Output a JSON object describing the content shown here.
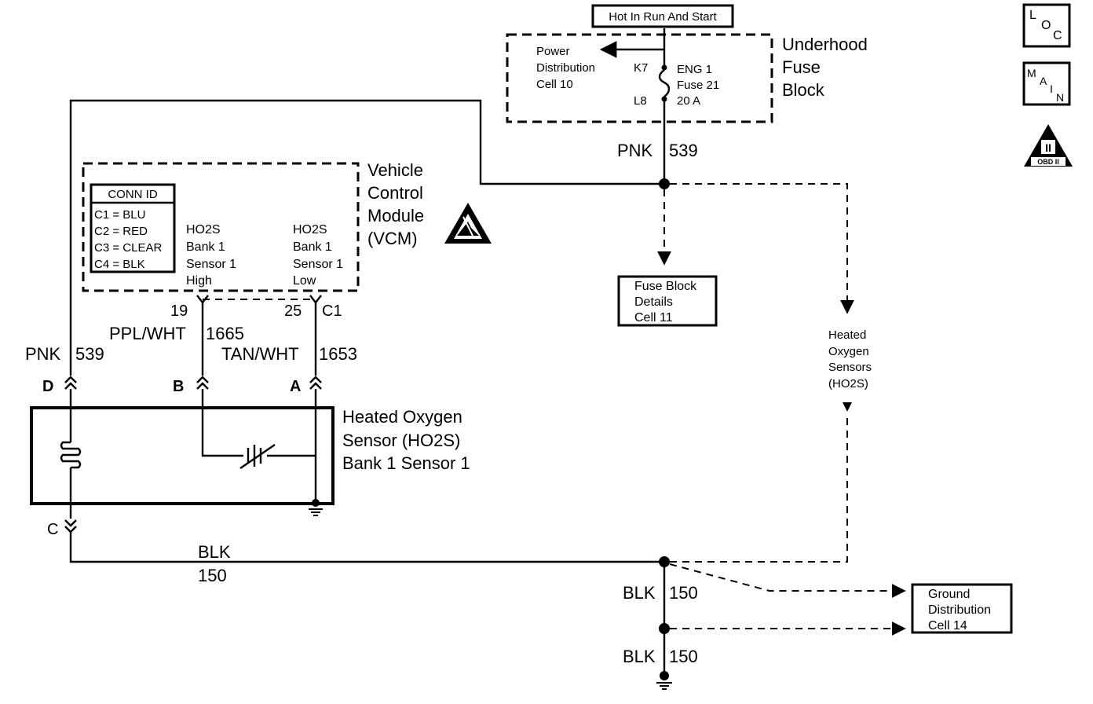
{
  "header": {
    "power_label": "Hot In Run And Start"
  },
  "fuse_block": {
    "title_lines": [
      "Underhood",
      "Fuse",
      "Block"
    ],
    "power_dist_lines": [
      "Power",
      "Distribution",
      "Cell 10"
    ],
    "pin_top": "K7",
    "pin_bottom": "L8",
    "fuse_lines": [
      "ENG 1",
      "Fuse 21",
      "20 A"
    ]
  },
  "side_icons": {
    "loc": [
      "L",
      "O",
      "C"
    ],
    "main": [
      "M",
      "A",
      "I",
      "N"
    ],
    "obd": {
      "numeral": "II",
      "label": "OBD II"
    }
  },
  "wires": {
    "pnk_top": {
      "color": "PNK",
      "circuit": "539"
    },
    "pnk_left": {
      "color": "PNK",
      "circuit": "539"
    },
    "ppl_wht": {
      "color": "PPL/WHT",
      "circuit": "1665"
    },
    "tan_wht": {
      "color": "TAN/WHT",
      "circuit": "1653"
    },
    "blk_main": {
      "color": "BLK",
      "circuit": "150"
    },
    "blk_mid": {
      "color": "BLK",
      "circuit": "150"
    },
    "blk_low": {
      "color": "BLK",
      "circuit": "150"
    }
  },
  "vcm": {
    "title_lines": [
      "Vehicle",
      "Control",
      "Module",
      "(VCM)"
    ],
    "conn_id": {
      "title": "CONN ID",
      "rows": [
        "C1 = BLU",
        "C2 = RED",
        "C3 = CLEAR",
        "C4 = BLK"
      ]
    },
    "high_lines": [
      "HO2S",
      "Bank 1",
      "Sensor 1",
      "High"
    ],
    "low_lines": [
      "HO2S",
      "Bank 1",
      "Sensor 1",
      "Low"
    ],
    "pin_high": "19",
    "pin_low": "25",
    "connector": "C1"
  },
  "fuse_details": [
    "Fuse Block",
    "Details",
    "Cell 11"
  ],
  "ho2s_ref": [
    "Heated",
    "Oxygen",
    "Sensors",
    "(HO2S)"
  ],
  "sensor": {
    "title_lines": [
      "Heated Oxygen",
      "Sensor (HO2S)",
      "Bank 1 Sensor 1"
    ],
    "pins": {
      "d": "D",
      "b": "B",
      "a": "A",
      "c": "C"
    }
  },
  "ground_dist": [
    "Ground",
    "Distribution",
    "Cell 14"
  ]
}
